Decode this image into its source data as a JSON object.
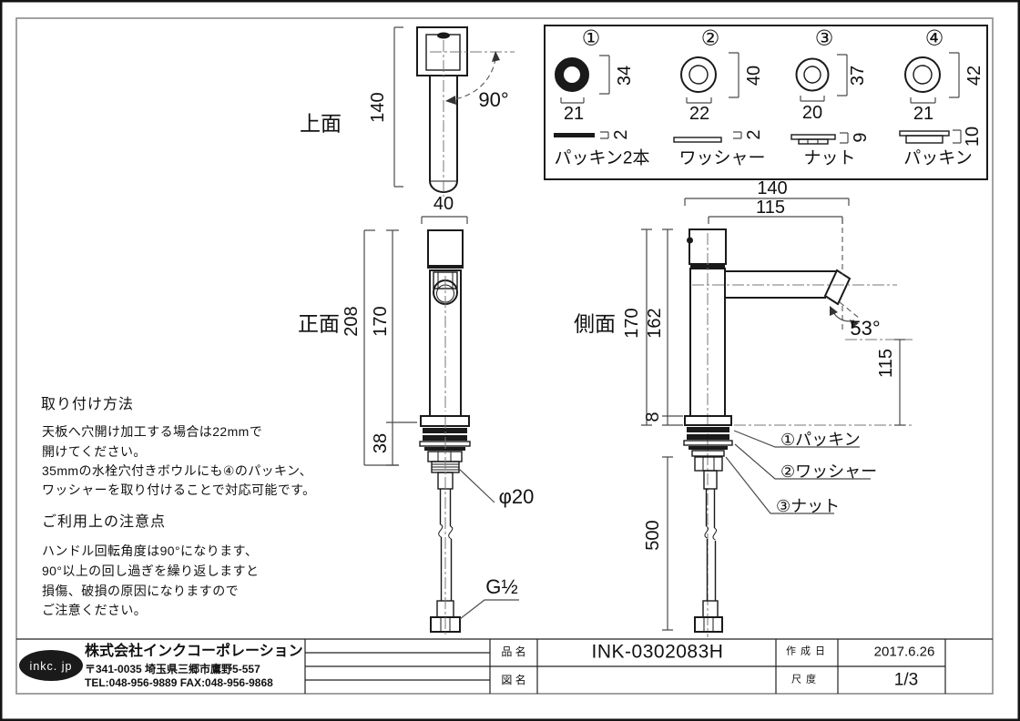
{
  "views": {
    "top": "上面",
    "front": "正面",
    "side": "側面"
  },
  "dims": {
    "top_length": "140",
    "top_width": "40",
    "handle_angle": "90°",
    "front_total": "208",
    "front_above": "170",
    "front_below": "38",
    "shank_dia": "φ20",
    "thread_size": "G½",
    "side_depth": "140",
    "side_reach": "115",
    "side_height": "170",
    "side_body": "162",
    "side_base": "8",
    "spout_angle": "53°",
    "spout_drop": "115",
    "hose_length": "500"
  },
  "parts_box": {
    "items": [
      {
        "no": "①",
        "height": "34",
        "width": "21",
        "thickness": "2",
        "name": "パッキン2本"
      },
      {
        "no": "②",
        "height": "40",
        "width": "22",
        "thickness": "2",
        "name": "ワッシャー"
      },
      {
        "no": "③",
        "height": "37",
        "width": "20",
        "thickness": "9",
        "name": "ナット"
      },
      {
        "no": "④",
        "height": "42",
        "width": "21",
        "thickness": "10",
        "name": "パッキン"
      }
    ]
  },
  "callouts": {
    "packing": "①パッキン",
    "washer": "②ワッシャー",
    "nut": "③ナット"
  },
  "instructions": {
    "heading1": "取り付け方法",
    "lines1": [
      "天板へ穴開け加工する場合は22mmで",
      "開けてください。",
      "35mmの水栓穴付きボウルにも④のパッキン、",
      "ワッシャーを取り付けることで対応可能です。"
    ],
    "heading2": "ご利用上の注意点",
    "lines2": [
      "ハンドル回転角度は90°になります、",
      "90°以上の回し過ぎを繰り返しますと",
      "損傷、破損の原因になりますので",
      "ご注意ください。"
    ]
  },
  "title_block": {
    "logo": "inkc. jp",
    "company": "株式会社インクコーポレーション",
    "address": "〒341-0035 埼玉県三郷市鷹野5-557",
    "tel_fax": "TEL:048-956-9889 FAX:048-956-9868",
    "item_label": "品 名",
    "item_value": "INK-0302083H",
    "drawing_label": "図 名",
    "drawing_value": "",
    "date_label": "作 成 日",
    "date_value": "2017.6.26",
    "scale_label": "尺 度",
    "scale_value": "1/3"
  }
}
